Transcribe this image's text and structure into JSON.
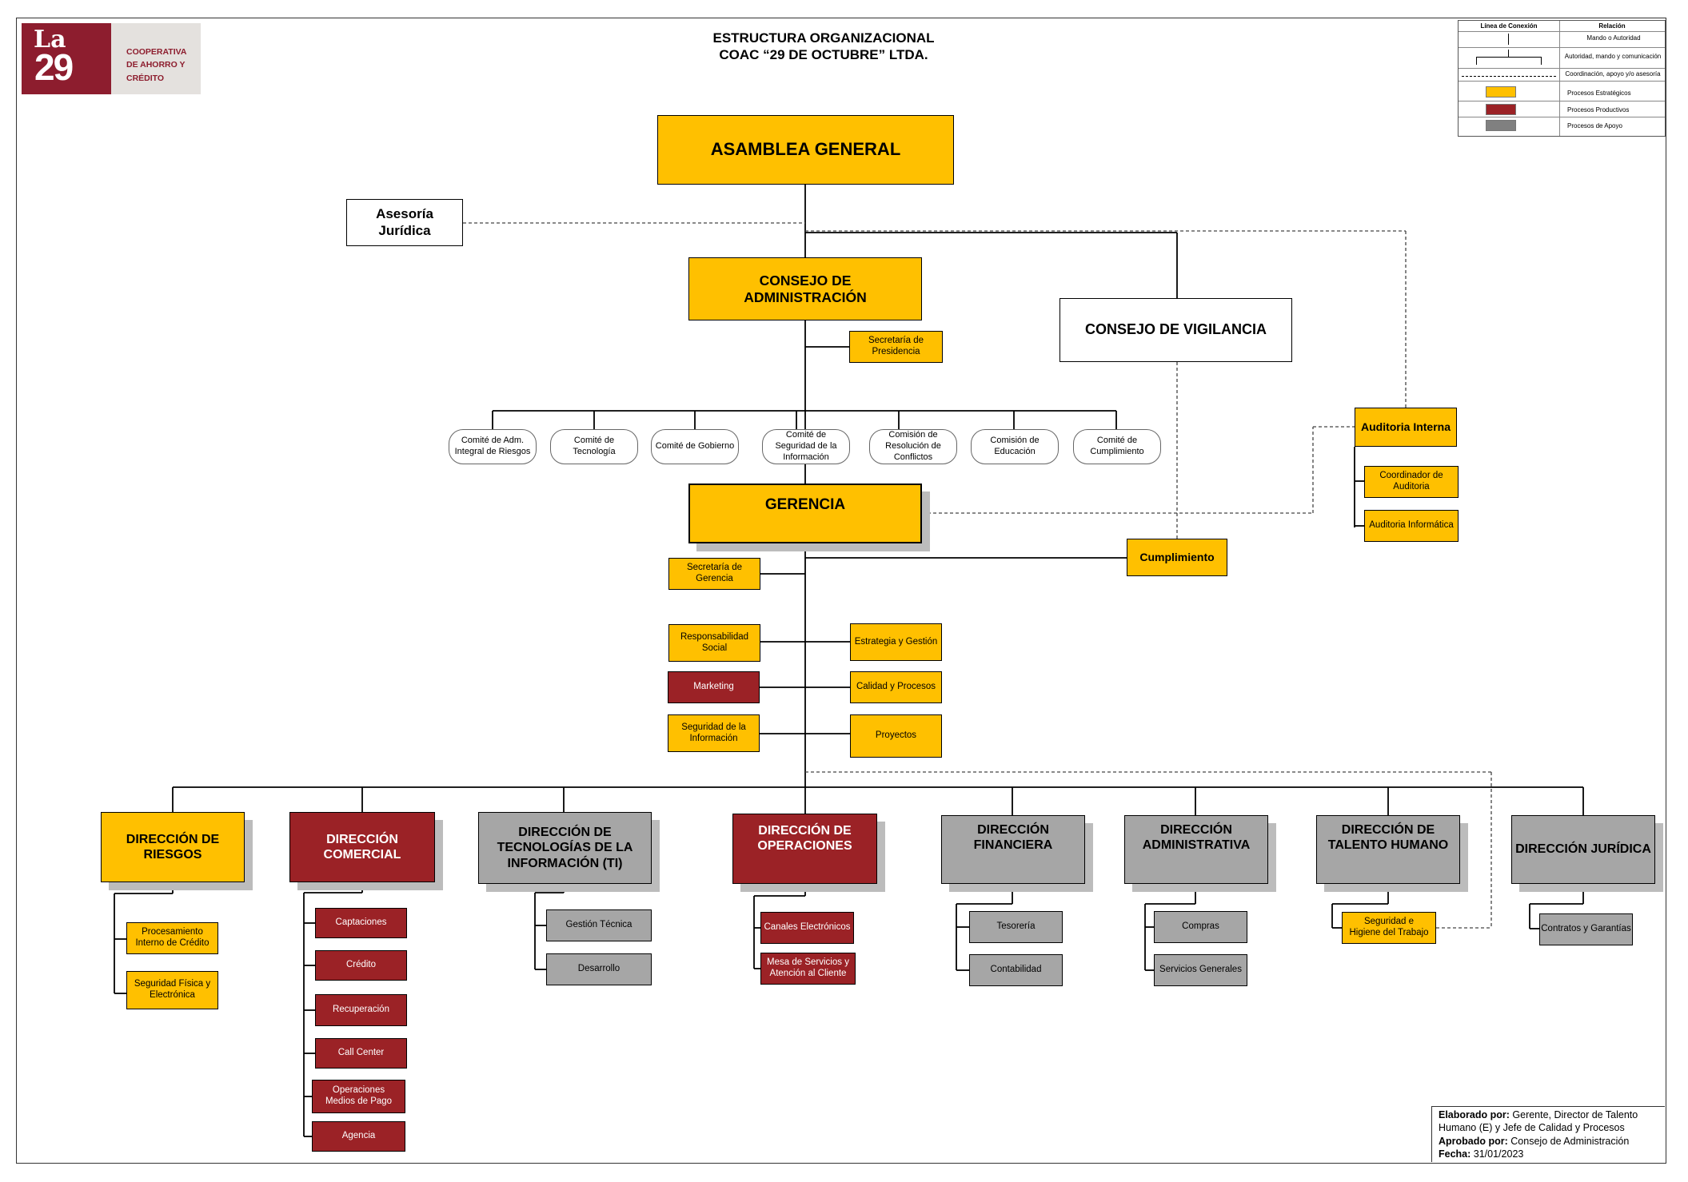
{
  "header": {
    "title_line1": "ESTRUCTURA ORGANIZACIONAL",
    "title_line2": "COAC “29 DE OCTUBRE” LTDA."
  },
  "logo": {
    "mark_la": "La",
    "mark_29": "29",
    "text_line1": "COOPERATIVA",
    "text_line2": "DE AHORRO Y",
    "text_line3": "CRÉDITO",
    "brand_color": "#8d1d2e"
  },
  "legend": {
    "col1_header": "Línea de Conexión",
    "col2_header": "Relación",
    "row1": "Mando o Autoridad",
    "row2": "Autoridad, mando y comunicación",
    "row3": "Coordinación, apoyo y/o asesoría",
    "row4": "Procesos Estratégicos",
    "row5": "Procesos Productivos",
    "row6": "Procesos de Apoyo",
    "colors": {
      "estrategicos": "#FFC000",
      "productivos": "#9B2226",
      "apoyo": "#A6A6A6"
    }
  },
  "nodes": {
    "asamblea": "ASAMBLEA GENERAL",
    "asesoria": "Asesoría Jurídica",
    "consejo_adm": "CONSEJO DE ADMINISTRACIÓN",
    "consejo_vig": "CONSEJO DE VIGILANCIA",
    "secretaria_presidencia": "Secretaría de Presidencia",
    "auditoria_interna": "Auditoria Interna",
    "coordinador_auditoria": "Coordinador de Auditoria",
    "auditoria_informatica": "Auditoria Informática",
    "gerencia": "GERENCIA",
    "cumplimiento": "Cumplimiento",
    "secretaria_gerencia": "Secretaría de Gerencia",
    "responsabilidad_social": "Responsabilidad Social",
    "marketing": "Marketing",
    "seguridad_informacion": "Seguridad de la Información",
    "estrategia_gestion": "Estrategia y Gestión",
    "calidad_procesos": "Calidad y Procesos",
    "proyectos": "Proyectos"
  },
  "committees": [
    "Comité de Adm. Integral de Riesgos",
    "Comité de Tecnología",
    "Comité de Gobierno",
    "Comité de Seguridad de la Información",
    "Comisión de Resolución de Conflictos",
    "Comisión de Educación",
    "Comité de Cumplimiento"
  ],
  "directions": {
    "riesgos": "DIRECCIÓN DE RIESGOS",
    "comercial": "DIRECCIÓN COMERCIAL",
    "ti": "DIRECCIÓN DE TECNOLOGÍAS DE LA INFORMACIÓN (TI)",
    "operaciones": "DIRECCIÓN DE OPERACIONES",
    "financiera": "DIRECCIÓN FINANCIERA",
    "administrativa": "DIRECCIÓN ADMINISTRATIVA",
    "talento": "DIRECCIÓN DE TALENTO HUMANO",
    "juridica": "DIRECCIÓN JURÍDICA"
  },
  "sub_units": {
    "riesgos": [
      "Procesamiento Interno de Crédito",
      "Seguridad Física y Electrónica"
    ],
    "comercial": [
      "Captaciones",
      "Crédito",
      "Recuperación",
      "Call Center",
      "Operaciones Medios de Pago",
      "Agencia"
    ],
    "ti": [
      "Gestión Técnica",
      "Desarrollo"
    ],
    "operaciones": [
      "Canales Electrónicos",
      "Mesa de Servicios y Atención al Cliente"
    ],
    "financiera": [
      "Tesorería",
      "Contabilidad"
    ],
    "administrativa": [
      "Compras",
      "Servicios Generales"
    ],
    "talento": [
      "Seguridad e Higiene del Trabajo"
    ],
    "juridica": [
      "Contratos y Garantías"
    ]
  },
  "footer": {
    "elaborado_label": "Elaborado por:",
    "elaborado_value": "Gerente, Director de Talento Humano (E) y Jefe de Calidad y Procesos",
    "aprobado_label": "Aprobado por:",
    "aprobado_value": "Consejo de Administración",
    "fecha_label": "Fecha:",
    "fecha_value": "31/01/2023"
  }
}
